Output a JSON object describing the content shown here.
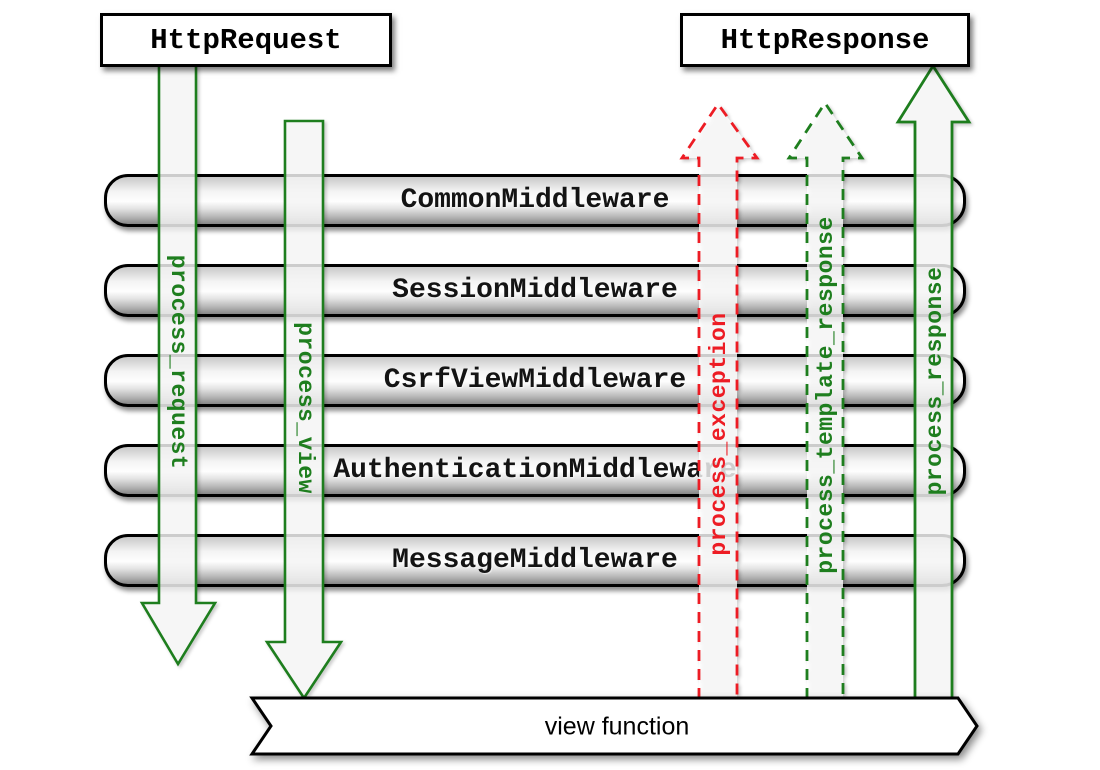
{
  "nodes": {
    "http_request": "HttpRequest",
    "http_response": "HttpResponse",
    "view_function": "view function"
  },
  "middleware": [
    "CommonMiddleware",
    "SessionMiddleware",
    "CsrfViewMiddleware",
    "AuthenticationMiddleware",
    "MessageMiddleware"
  ],
  "arrows": {
    "process_request": {
      "label": "process_request",
      "direction": "down",
      "line": "solid",
      "color": "#1e7e1e"
    },
    "process_view": {
      "label": "process_view",
      "direction": "down",
      "line": "solid",
      "color": "#1e7e1e"
    },
    "process_exception": {
      "label": "process_exception",
      "direction": "up",
      "line": "dashed",
      "color": "#ed1c24"
    },
    "process_template_response": {
      "label": "process_template_response",
      "direction": "up",
      "line": "dashed",
      "color": "#1e7e1e"
    },
    "process_response": {
      "label": "process_response",
      "direction": "up",
      "line": "solid",
      "color": "#1e7e1e"
    }
  },
  "colors": {
    "green": "#1e7e1e",
    "red": "#ed1c24",
    "bar_border": "#000000",
    "bar_fill_top": "#c9c9c9",
    "bar_fill_mid": "#fefefe",
    "bar_fill_bottom": "#878787"
  }
}
